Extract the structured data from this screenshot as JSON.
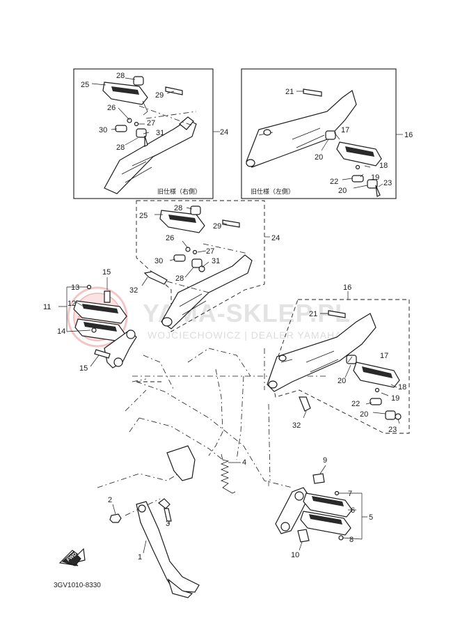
{
  "diagram": {
    "watermark": {
      "title": "YAMA-SKLEP.PL",
      "subtitle": "WOJCIECHOWICZ | DEALER YAMAHA"
    },
    "drawing_code": "3GV1010-8330",
    "fwd_label": "FWD",
    "box_right_caption": "旧仕様（右側）",
    "box_left_caption": "旧仕様（左側）",
    "callouts": {
      "c1": "1",
      "c2": "2",
      "c3": "3",
      "c4": "4",
      "c5": "5",
      "c6": "6",
      "c7": "7",
      "c8": "8",
      "c9": "9",
      "c10": "10",
      "c11": "11",
      "c12": "12",
      "c13": "13",
      "c14": "14",
      "c15a": "15",
      "c15b": "15",
      "c16a": "16",
      "c16b": "16",
      "c17a": "17",
      "c17b": "17",
      "c18a": "18",
      "c18b": "18",
      "c19a": "19",
      "c19b": "19",
      "c20a": "20",
      "c20b": "20",
      "c20c": "20",
      "c20d": "20",
      "c21a": "21",
      "c21b": "21",
      "c22a": "22",
      "c22b": "22",
      "c23a": "23",
      "c23b": "23",
      "c24a": "24",
      "c24b": "24",
      "c25a": "25",
      "c25b": "25",
      "c26a": "26",
      "c26b": "26",
      "c27a": "27",
      "c27b": "27",
      "c28a": "28",
      "c28b": "28",
      "c28c": "28",
      "c28d": "28",
      "c29a": "29",
      "c29b": "29",
      "c30a": "30",
      "c30b": "30",
      "c31a": "31",
      "c31b": "31",
      "c32a": "32",
      "c32b": "32"
    }
  }
}
